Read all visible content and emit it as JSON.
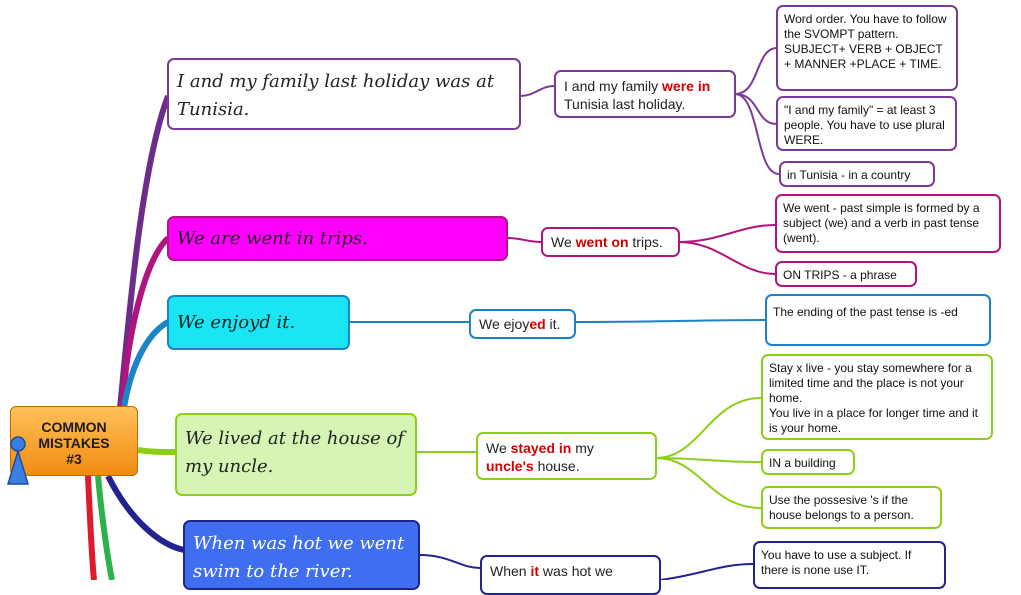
{
  "central": {
    "line1": "COMMON",
    "line2": "MISTAKES",
    "line3": "#3"
  },
  "mistakes": [
    "I and my family last holiday was at Tunisia.",
    "We are went in trips.",
    "We enjoyd it.",
    "We lived at the house of my uncle.",
    "When was hot we went swim to the river."
  ],
  "corrections": {
    "c1": {
      "a": "I and my family ",
      "b": "were in",
      "c": "Tunisia last holiday."
    },
    "c2": {
      "a": "We ",
      "b": "went on",
      "c": " trips."
    },
    "c3": {
      "a": "We ejoy",
      "b": "ed",
      "c": " it."
    },
    "c4": {
      "a": "We ",
      "b": "stayed in",
      "c": " my",
      "d": "uncle's",
      "e": " house."
    },
    "c5": {
      "a": "When ",
      "b": "it",
      "c": " was hot we"
    }
  },
  "notes": {
    "n1": "Word order. You have to follow the SVOMPT pattern. SUBJECT+ VERB + OBJECT + MANNER +PLACE + TIME.",
    "n2": "\"I and my family\" = at least 3 people. You have to use plural WERE.",
    "n3": "in Tunisia - in a country",
    "n4": "We went - past simple is formed by a subject (we) and a verb in past tense (went).",
    "n5": "ON TRIPS - a phrase",
    "n6": "The ending of the past tense is -ed",
    "n7a": "Stay x live - you stay somewhere for a limited time and the place is not your home.",
    "n7b": "You live in a place for longer time and it is your home.",
    "n8": "IN a building",
    "n9": "Use the possesive 's if the house belongs to a person.",
    "n10": "You have to use a subject. If there is none use IT."
  },
  "colors": {
    "purple": "#7b3a96",
    "magenta": "#b0157f",
    "fill_magenta": "#ff00ff",
    "cyan_fill": "#19e6f2",
    "blue_line": "#1a84c7",
    "green": "#8ccf1b",
    "green_fill": "#d6f5b4",
    "navy": "#23238f",
    "blue_fill": "#3f6ff0",
    "highlight": "#d40000",
    "central_orange": "#f5a020"
  }
}
